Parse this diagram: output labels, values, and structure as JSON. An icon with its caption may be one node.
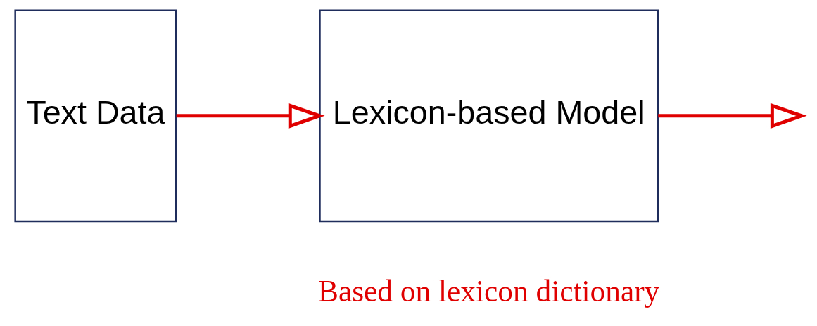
{
  "diagram": {
    "nodes": [
      {
        "text": [
          "Text Data"
        ]
      },
      {
        "text": [
          "Lexicon-based Model"
        ]
      }
    ],
    "edges": [
      {
        "from": 0,
        "to": 1,
        "arrow": "to"
      },
      {
        "from": 1,
        "to": null,
        "arrow": "to"
      }
    ],
    "labels": [
      "Based on lexicon dictionary"
    ]
  }
}
